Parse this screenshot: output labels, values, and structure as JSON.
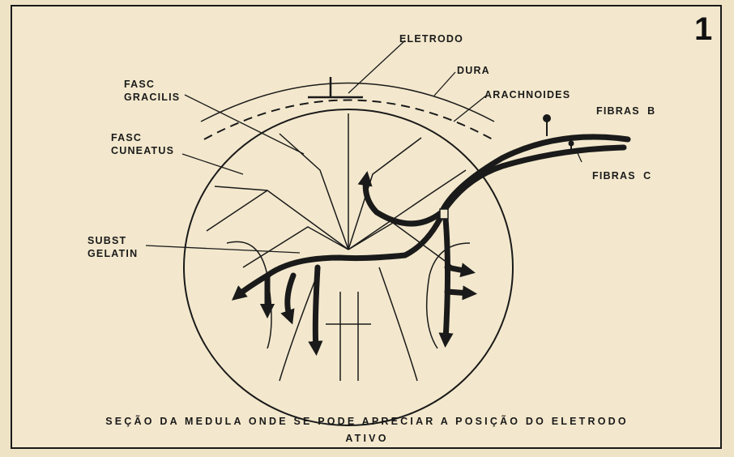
{
  "panel_number": "1",
  "labels": {
    "eletrodo": "ELETRODO",
    "dura": "DURA",
    "arachnoides": "ARACHNOIDES",
    "fasc_gracilis_1": "FASC",
    "fasc_gracilis_2": "GRACILIS",
    "fasc_cuneatus_1": "FASC",
    "fasc_cuneatus_2": "CUNEATUS",
    "fibras_b": "FIBRAS  B",
    "fibras_c": "FIBRAS  C",
    "subst_gelatin_1": "SUBST",
    "subst_gelatin_2": "GELATIN"
  },
  "caption": {
    "line1": "SEÇÃO DA MEDULA ONDE SE PODE APRECIAR A POSIÇÃO DO ELETRODO",
    "line2": "ATIVO"
  }
}
